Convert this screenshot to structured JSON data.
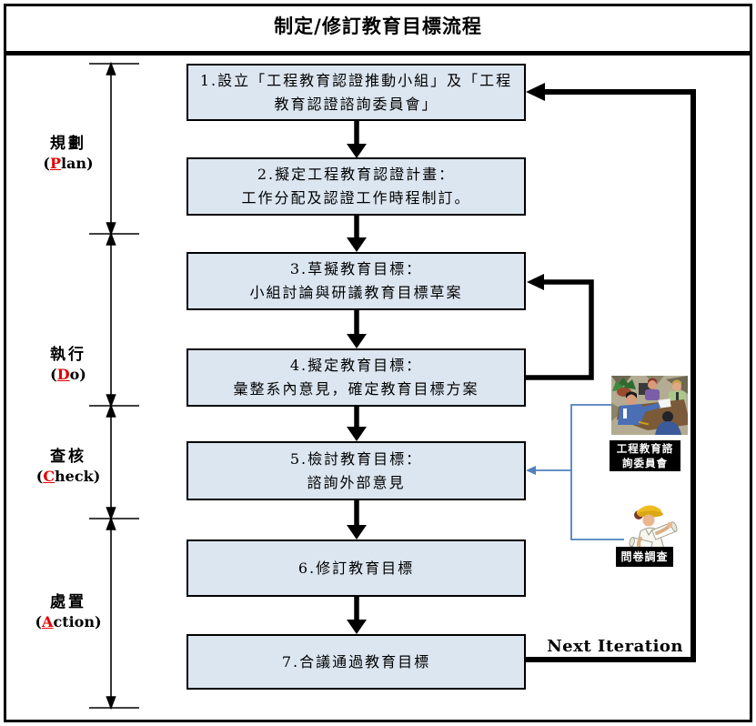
{
  "title": "制定/修訂教育目標流程",
  "phases": [
    {
      "zh": "規劃",
      "open": "(",
      "letter": "P",
      "rest": "lan)"
    },
    {
      "zh": "執行",
      "open": "(",
      "letter": "D",
      "rest": "o)"
    },
    {
      "zh": "查核",
      "open": "(",
      "letter": "C",
      "rest": "heck)"
    },
    {
      "zh": "處置",
      "open": "(",
      "letter": "A",
      "rest": "ction)"
    }
  ],
  "steps": [
    {
      "line1": "1.設立「工程教育認證推動小組」及「工程",
      "line2": "教育認證諮詢委員會」"
    },
    {
      "line1": "2.擬定工程教育認證計畫：",
      "line2": "工作分配及認證工作時程制訂。"
    },
    {
      "line1": "3.草擬教育目標：",
      "line2": "小組討論與研議教育目標草案"
    },
    {
      "line1": "4.擬定教育目標：",
      "line2": "彙整系內意見，確定教育目標方案"
    },
    {
      "line1": "5.檢討教育目標：",
      "line2": "諮詢外部意見"
    },
    {
      "line1": "6.修訂教育目標"
    },
    {
      "line1": "7.合議通過教育目標"
    }
  ],
  "side": {
    "committee_label_line1": "工程教育諮",
    "committee_label_line2": "詢委員會",
    "survey_label": "問卷調查",
    "next_iteration": "Next Iteration"
  },
  "icons": {
    "committee": "committee-meeting-clipart",
    "survey": "survey-reader-clipart"
  },
  "colors": {
    "box_fill": "#dce6f1",
    "box_border": "#000000",
    "arrow": "#000000",
    "blue_connector": "#4f81bd",
    "phase_letter_red": "#e00000",
    "label_bg": "#000000",
    "label_text": "#ffffff"
  }
}
